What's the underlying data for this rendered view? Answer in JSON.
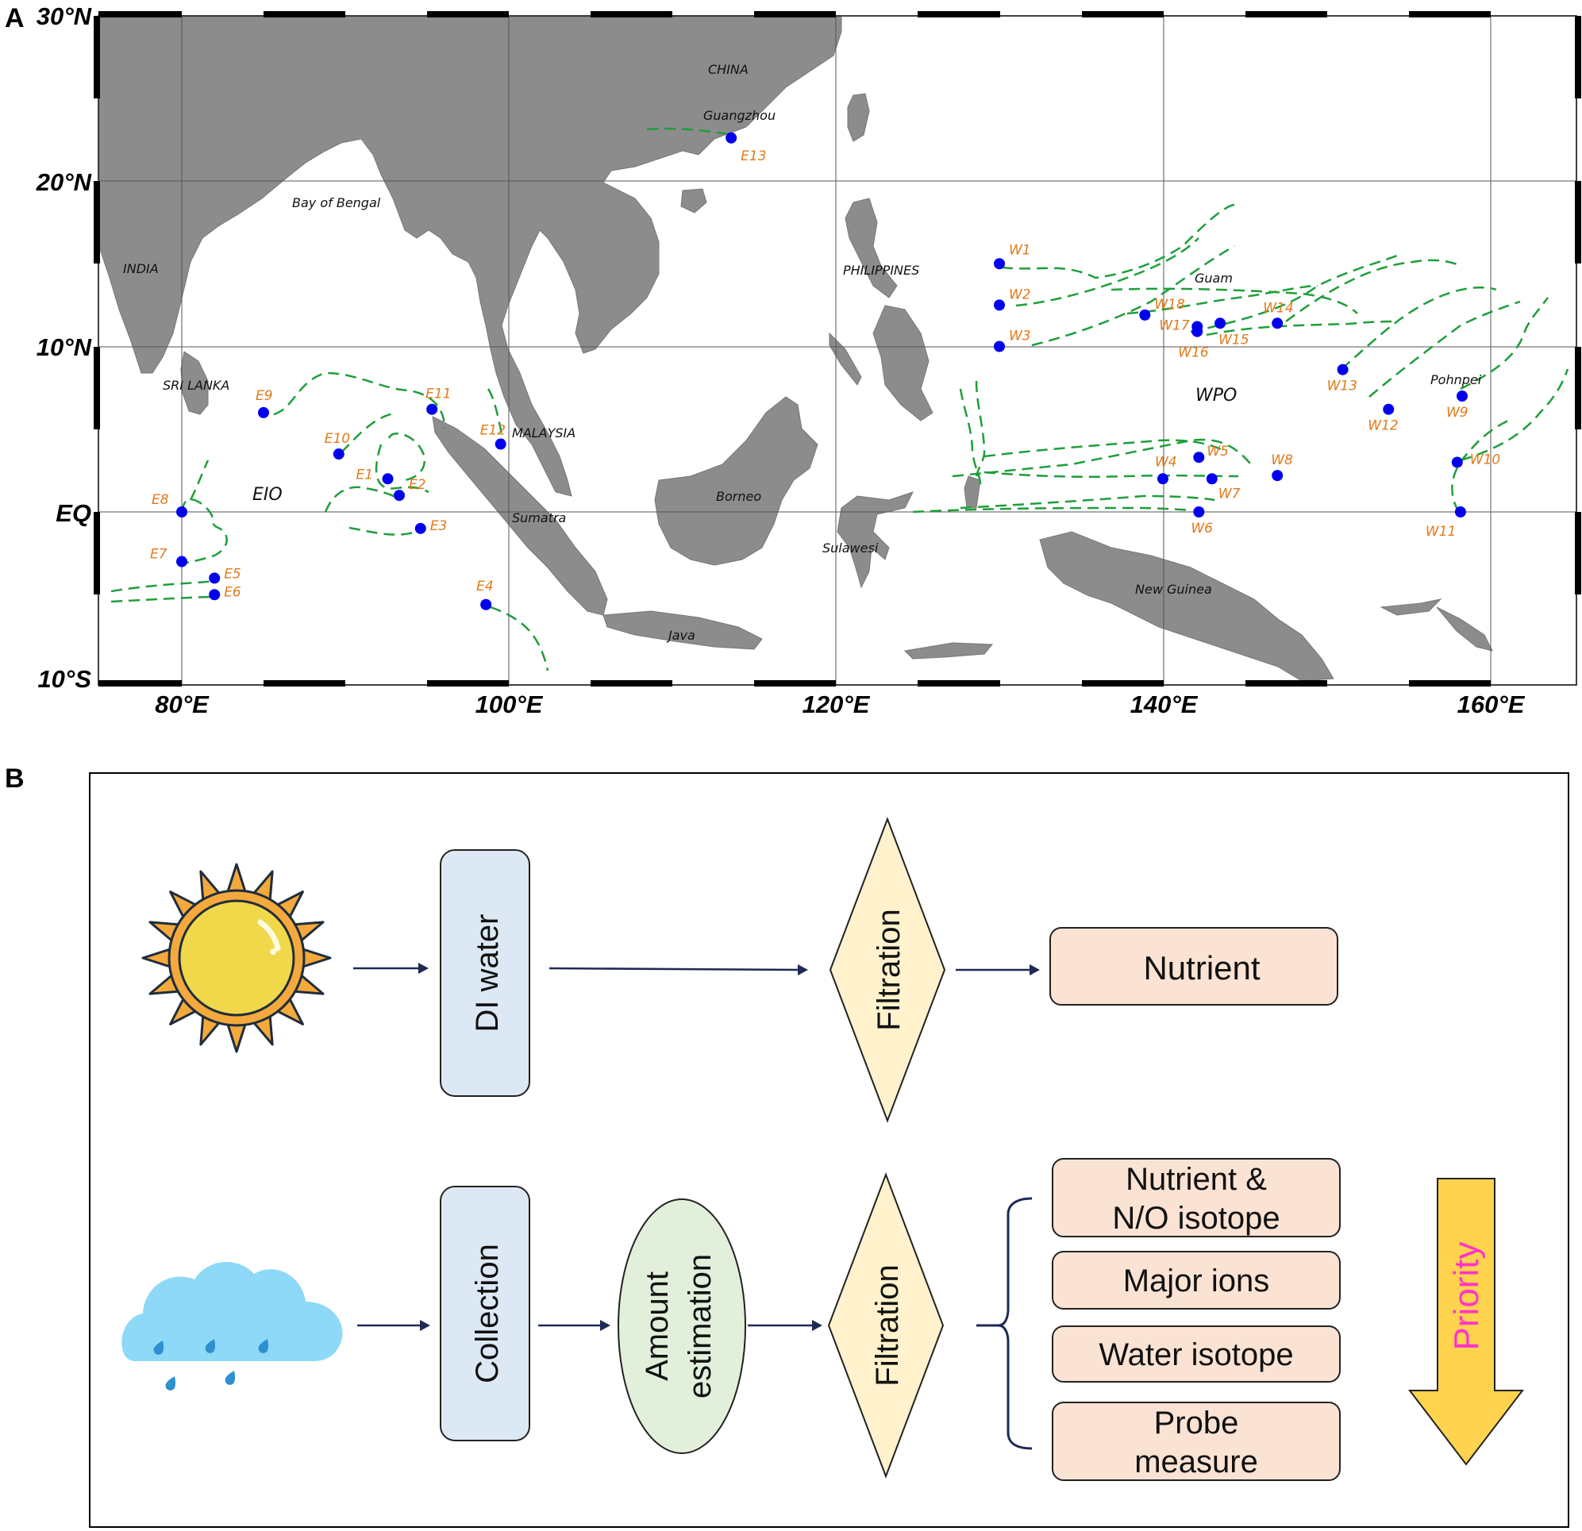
{
  "panels": {
    "a": "A",
    "b": "B"
  },
  "map": {
    "lat_labels": [
      "30°N",
      "20°N",
      "10°N",
      "EQ",
      "10°S"
    ],
    "lon_labels": [
      "80°E",
      "100°E",
      "120°E",
      "140°E",
      "160°E"
    ],
    "regions": {
      "china": "CHINA",
      "india": "INDIA",
      "sri_lanka": "SRI LANKA",
      "bay_of_bengal": "Bay of Bengal",
      "malaysia": "MALAYSIA",
      "sumatra": "Sumatra",
      "java": "Java",
      "borneo": "Borneo",
      "sulawesi": "Sulawesi",
      "philippines": "PHILIPPINES",
      "new_guinea": "New Guinea",
      "guam": "Guam",
      "pohnpei": "Pohnpei",
      "guangzhou": "Guangzhou"
    },
    "basins": {
      "eio": "EIO",
      "wpo": "WPO"
    },
    "stations": [
      {
        "id": "E1",
        "lon": 92.6,
        "lat": 2.0
      },
      {
        "id": "E2",
        "lon": 93.3,
        "lat": 1.0
      },
      {
        "id": "E3",
        "lon": 94.6,
        "lat": -1.0
      },
      {
        "id": "E4",
        "lon": 98.6,
        "lat": -5.6
      },
      {
        "id": "E5",
        "lon": 82.0,
        "lat": -4.0
      },
      {
        "id": "E6",
        "lon": 82.0,
        "lat": -5.0
      },
      {
        "id": "E7",
        "lon": 80.0,
        "lat": -3.0
      },
      {
        "id": "E8",
        "lon": 80.0,
        "lat": 0.0
      },
      {
        "id": "E9",
        "lon": 85.0,
        "lat": 6.0
      },
      {
        "id": "E10",
        "lon": 89.6,
        "lat": 3.5
      },
      {
        "id": "E11",
        "lon": 95.3,
        "lat": 6.2
      },
      {
        "id": "E12",
        "lon": 99.5,
        "lat": 4.1
      },
      {
        "id": "E13",
        "lon": 113.6,
        "lat": 22.6
      },
      {
        "id": "W1",
        "lon": 130.0,
        "lat": 15.0
      },
      {
        "id": "W2",
        "lon": 130.0,
        "lat": 12.5
      },
      {
        "id": "W3",
        "lon": 130.0,
        "lat": 10.0
      },
      {
        "id": "W4",
        "lon": 140.0,
        "lat": 2.0
      },
      {
        "id": "W5",
        "lon": 142.2,
        "lat": 3.3
      },
      {
        "id": "W6",
        "lon": 142.2,
        "lat": 0.0
      },
      {
        "id": "W7",
        "lon": 143.0,
        "lat": 2.0
      },
      {
        "id": "W8",
        "lon": 147.0,
        "lat": 2.2
      },
      {
        "id": "W9",
        "lon": 158.3,
        "lat": 7.0
      },
      {
        "id": "W10",
        "lon": 158.0,
        "lat": 3.0
      },
      {
        "id": "W11",
        "lon": 158.2,
        "lat": 0.0
      },
      {
        "id": "W12",
        "lon": 153.8,
        "lat": 6.2
      },
      {
        "id": "W13",
        "lon": 151.0,
        "lat": 8.6
      },
      {
        "id": "W14",
        "lon": 147.0,
        "lat": 11.4
      },
      {
        "id": "W15",
        "lon": 143.5,
        "lat": 11.4
      },
      {
        "id": "W16",
        "lon": 142.1,
        "lat": 10.9
      },
      {
        "id": "W17",
        "lon": 142.1,
        "lat": 11.2
      },
      {
        "id": "W18",
        "lon": 138.9,
        "lat": 11.9
      }
    ]
  },
  "flowchart": {
    "dry": {
      "source_icon": "sun-icon",
      "step1": "DI water",
      "step2": "Filtration",
      "output": "Nutrient"
    },
    "wet": {
      "source_icon": "rain-cloud-icon",
      "step1": "Collection",
      "step2_line1": "Amount",
      "step2_line2": "estimation",
      "step3": "Filtration",
      "outputs": [
        {
          "line1": "Nutrient &",
          "line2": "N/O isotope"
        },
        {
          "line1": "Major ions",
          "line2": ""
        },
        {
          "line1": "Water isotope",
          "line2": ""
        },
        {
          "line1": "Probe",
          "line2": "measure"
        }
      ],
      "priority": "Priority"
    }
  },
  "colors": {
    "land": "#8c8c8c",
    "station": "#0000ee",
    "station_label": "#e07a1a",
    "track": "#1f9e3a",
    "box_blue": "#dce9f5",
    "box_green": "#e2efdb",
    "diamond_yellow": "#fff2cc",
    "output_box": "#fbe3d4",
    "priority_arrow": "#ffd34d",
    "priority_text": "#ff33cc"
  }
}
